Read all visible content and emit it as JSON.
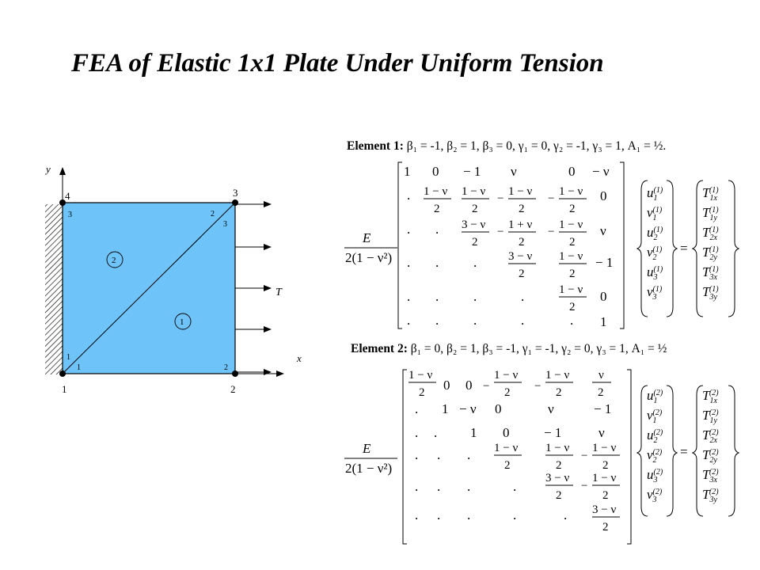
{
  "title": "FEA of Elastic 1x1 Plate Under Uniform Tension",
  "figure": {
    "axis_x": "x",
    "axis_y": "y",
    "load_label": "T",
    "global_nodes": [
      "1",
      "2",
      "3",
      "4"
    ],
    "element_ids": [
      "1",
      "2"
    ],
    "local_nodes": {
      "node1": [
        "1",
        "1"
      ],
      "node2": "2",
      "node3": [
        "2",
        "3"
      ],
      "node4": "3"
    },
    "colors": {
      "plate": "#6EC3F8",
      "hatch": "#000000"
    }
  },
  "element1": {
    "label": "Element 1:",
    "params": "β₁ = -1, β₂ = 1, β₃ = 0, γ₁ = 0, γ₂ = -1, γ₃ = 1, A₁ = ½."
  },
  "element2": {
    "label": "Element 2:",
    "params": "β₁ = 0, β₂ = 1, β₃ = -1, γ₁ = -1, γ₂ = 0, γ₃ = 1, A₁ = ½"
  },
  "factor": {
    "numerator": "E",
    "denominator": "2(1 − ν²)"
  },
  "equals": "="
}
